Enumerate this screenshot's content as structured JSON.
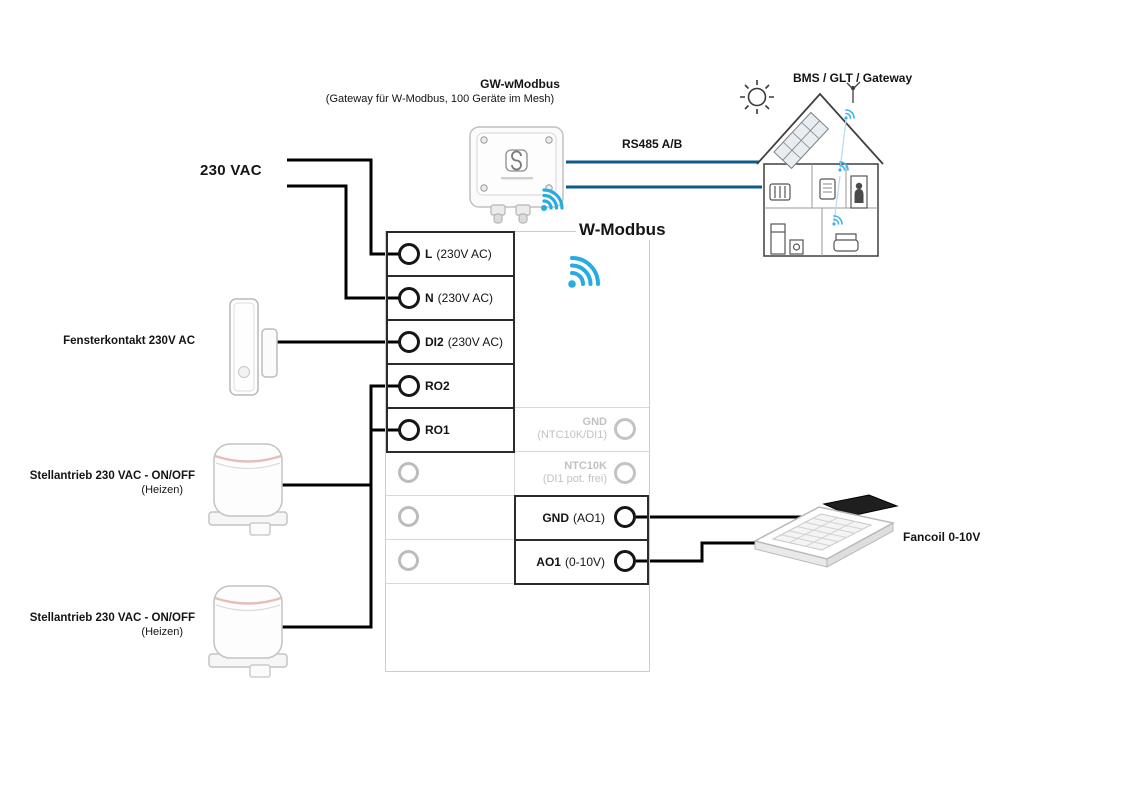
{
  "power_label": "230 VAC",
  "gateway": {
    "title": "GW-wModbus",
    "subtitle": "(Gateway für W-Modbus, 100 Geräte im Mesh)"
  },
  "bms_label": "BMS / GLT / Gateway",
  "rs485_label": "RS485 A/B",
  "wmodbus_label": "W-Modbus",
  "devices": {
    "fensterkontakt": {
      "label": "Fensterkontakt 230V AC"
    },
    "stellantrieb_1": {
      "label": "Stellantrieb 230 VAC - ON/OFF",
      "sublabel": "(Heizen)"
    },
    "stellantrieb_2": {
      "label": "Stellantrieb 230 VAC - ON/OFF",
      "sublabel": "(Heizen)"
    },
    "fancoil": {
      "label": "Fancoil 0-10V"
    }
  },
  "terminal_block": {
    "left_terminals": [
      {
        "name": "L",
        "desc": "(230V AC)"
      },
      {
        "name": "N",
        "desc": "(230V AC)"
      },
      {
        "name": "DI2",
        "desc": "(230V AC)"
      },
      {
        "name": "RO2",
        "desc": ""
      },
      {
        "name": "RO1",
        "desc": ""
      }
    ],
    "right_terminals_muted": [
      {
        "name": "GND",
        "desc": "(NTC10K/DI1)"
      },
      {
        "name": "NTC10K",
        "desc": "(DI1 pot. frei)"
      }
    ],
    "right_terminals_active": [
      {
        "name": "GND",
        "desc": "(AO1)"
      },
      {
        "name": "AO1",
        "desc": "(0-10V)"
      }
    ]
  },
  "colors": {
    "wifi_blue": "#29abe2",
    "rs485_line": "#0e5a8a",
    "wire": "#000000",
    "muted_gray": "#c2c2c2",
    "cell_border": "#2b2b2b"
  }
}
